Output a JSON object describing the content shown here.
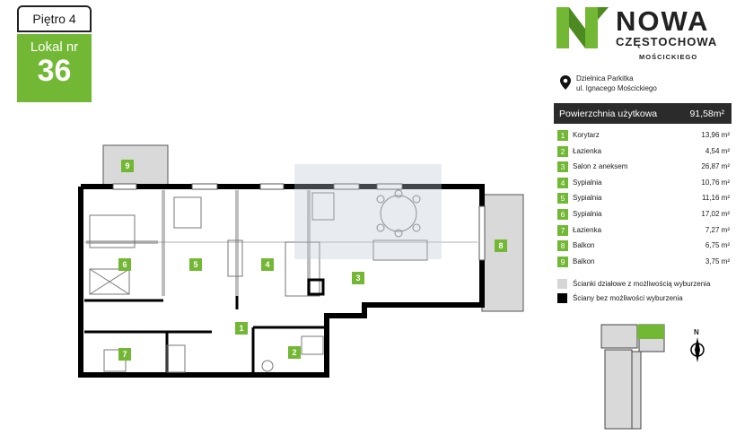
{
  "floor": {
    "label": "Piętro 4"
  },
  "unit": {
    "label": "Lokal nr",
    "number": "36"
  },
  "brand": {
    "word": "NOWA",
    "city": "CZĘSTOCHOWA",
    "district": "MOŚCICKIEGO",
    "accent_color": "#72b834"
  },
  "address": {
    "line1": "Dzielnica Parkitka",
    "line2": "ul. Ignacego Mościckiego",
    "icon": "location-pin-icon"
  },
  "area_table": {
    "header_label": "Powierzchnia użytkowa",
    "header_value": "91,58m²",
    "rooms": [
      {
        "n": "1",
        "name": "Korytarz",
        "area": "13,96 m²"
      },
      {
        "n": "2",
        "name": "Łazienka",
        "area": "4,54 m²"
      },
      {
        "n": "3",
        "name": "Salon z aneksem",
        "area": "26,87 m²"
      },
      {
        "n": "4",
        "name": "Sypialnia",
        "area": "10,76 m²"
      },
      {
        "n": "5",
        "name": "Sypialnia",
        "area": "11,16 m²"
      },
      {
        "n": "6",
        "name": "Sypialnia",
        "area": "17,02 m²"
      },
      {
        "n": "7",
        "name": "Łazienka",
        "area": "7,27 m²"
      },
      {
        "n": "8",
        "name": "Balkon",
        "area": "6,75 m²"
      },
      {
        "n": "9",
        "name": "Balkon",
        "area": "3,75 m²"
      }
    ]
  },
  "legend": [
    {
      "text": "Ścianki działowe z możliwością wyburzenia",
      "color": "#d6d6d6"
    },
    {
      "text": "Ściany bez możliwości wyburzenia",
      "color": "#000000"
    }
  ],
  "plan_labels": [
    "1",
    "2",
    "3",
    "4",
    "5",
    "6",
    "7",
    "8",
    "9"
  ],
  "compass": {
    "label": "N"
  }
}
